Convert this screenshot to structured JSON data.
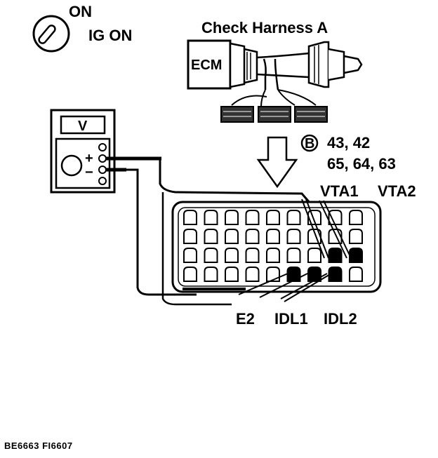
{
  "ignition": {
    "on_label": "ON",
    "ig_on_label": "IG ON",
    "icon": "ignition-key-icon"
  },
  "harness": {
    "title": "Check Harness A",
    "ecm_label": "ECM"
  },
  "voltmeter": {
    "display": "V",
    "plus": "+",
    "minus": "−"
  },
  "connector_b": {
    "marker": "B",
    "line1": "43, 42",
    "line2": "65, 64, 63"
  },
  "terminals": {
    "vta1": "VTA1",
    "vta2": "VTA2",
    "e2": "E2",
    "idl1": "IDL1",
    "idl2": "IDL2"
  },
  "figure_ref": "BE6663  FI6607"
}
